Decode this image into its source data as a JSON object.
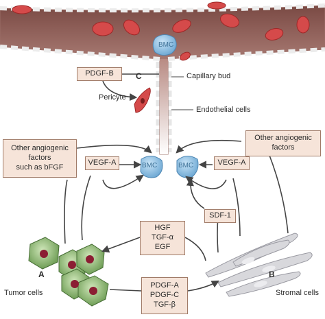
{
  "diagram": {
    "labels": {
      "bmc_top": "BMC",
      "pdgf_b": "PDGF-B",
      "c": "C",
      "pericyte": "Pericyte",
      "capillary_bud": "Capillary bud",
      "endothelial_cells": "Endothelial cells",
      "other_left": [
        "Other angiogenic",
        "factors",
        "such as bFGF"
      ],
      "other_right": [
        "Other angiogenic",
        "factors"
      ],
      "vegf_left": "VEGF-A",
      "vegf_right": "VEGF-A",
      "bmc_left": "BMC",
      "bmc_right": "BMC",
      "sdf1": "SDF-1",
      "middle_factors": [
        "HGF",
        "TGF-α",
        "EGF"
      ],
      "bottom_factors": [
        "PDGF-A",
        "PDGF-C",
        "TGF-β"
      ],
      "a": "A",
      "b": "B",
      "tumor_cells": "Tumor cells",
      "stromal_cells": "Stromal cells"
    }
  }
}
